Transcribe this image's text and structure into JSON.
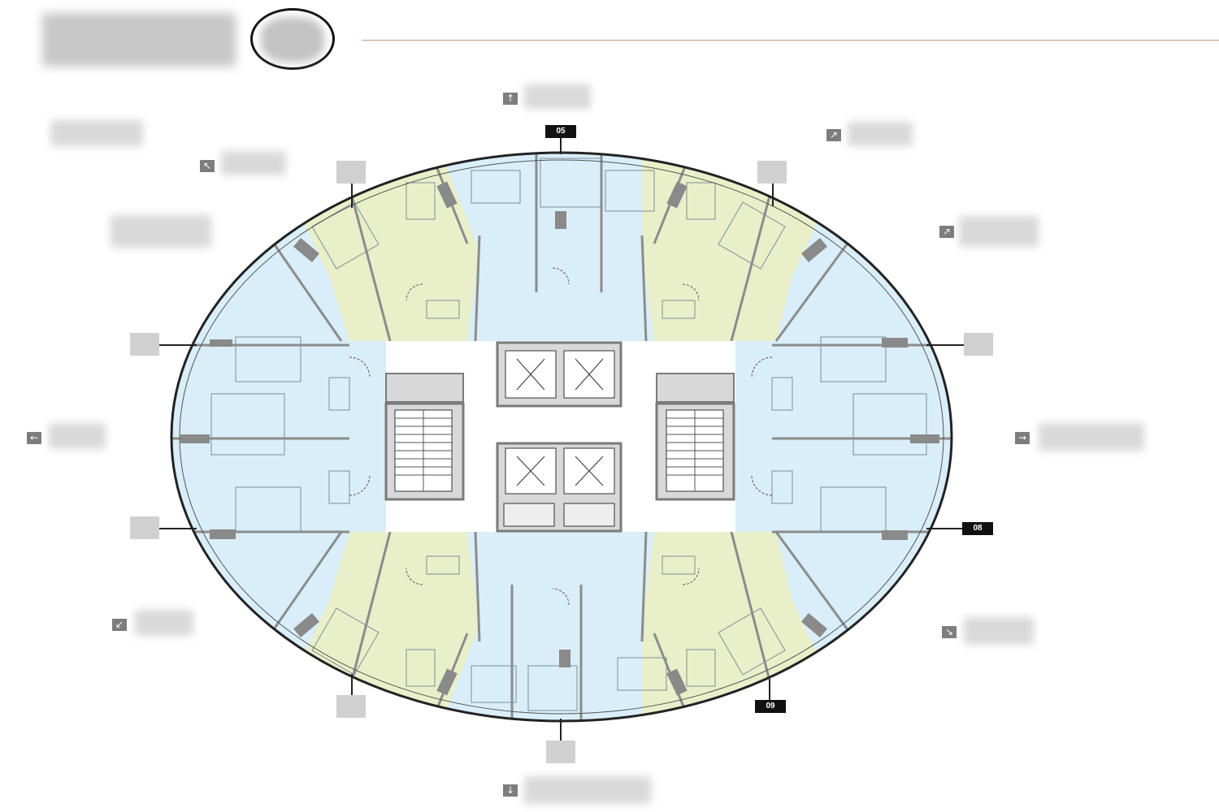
{
  "header": {
    "title": "",
    "marker": ""
  },
  "unit_tags": {
    "tag_05": "05",
    "tag_08": "08",
    "tag_09": "09"
  },
  "directions": {
    "n": "↑",
    "ne": "↗",
    "e": "→",
    "se": "↘",
    "s": "↓",
    "sw": "↙",
    "w": "←",
    "nw": "↖"
  },
  "colors": {
    "blue_zone": "#d9eef8",
    "yellow_zone": "#e9efc8",
    "core": "#ffffff",
    "wall": "#8c8c8c",
    "header_rule": "#c49a7a"
  }
}
